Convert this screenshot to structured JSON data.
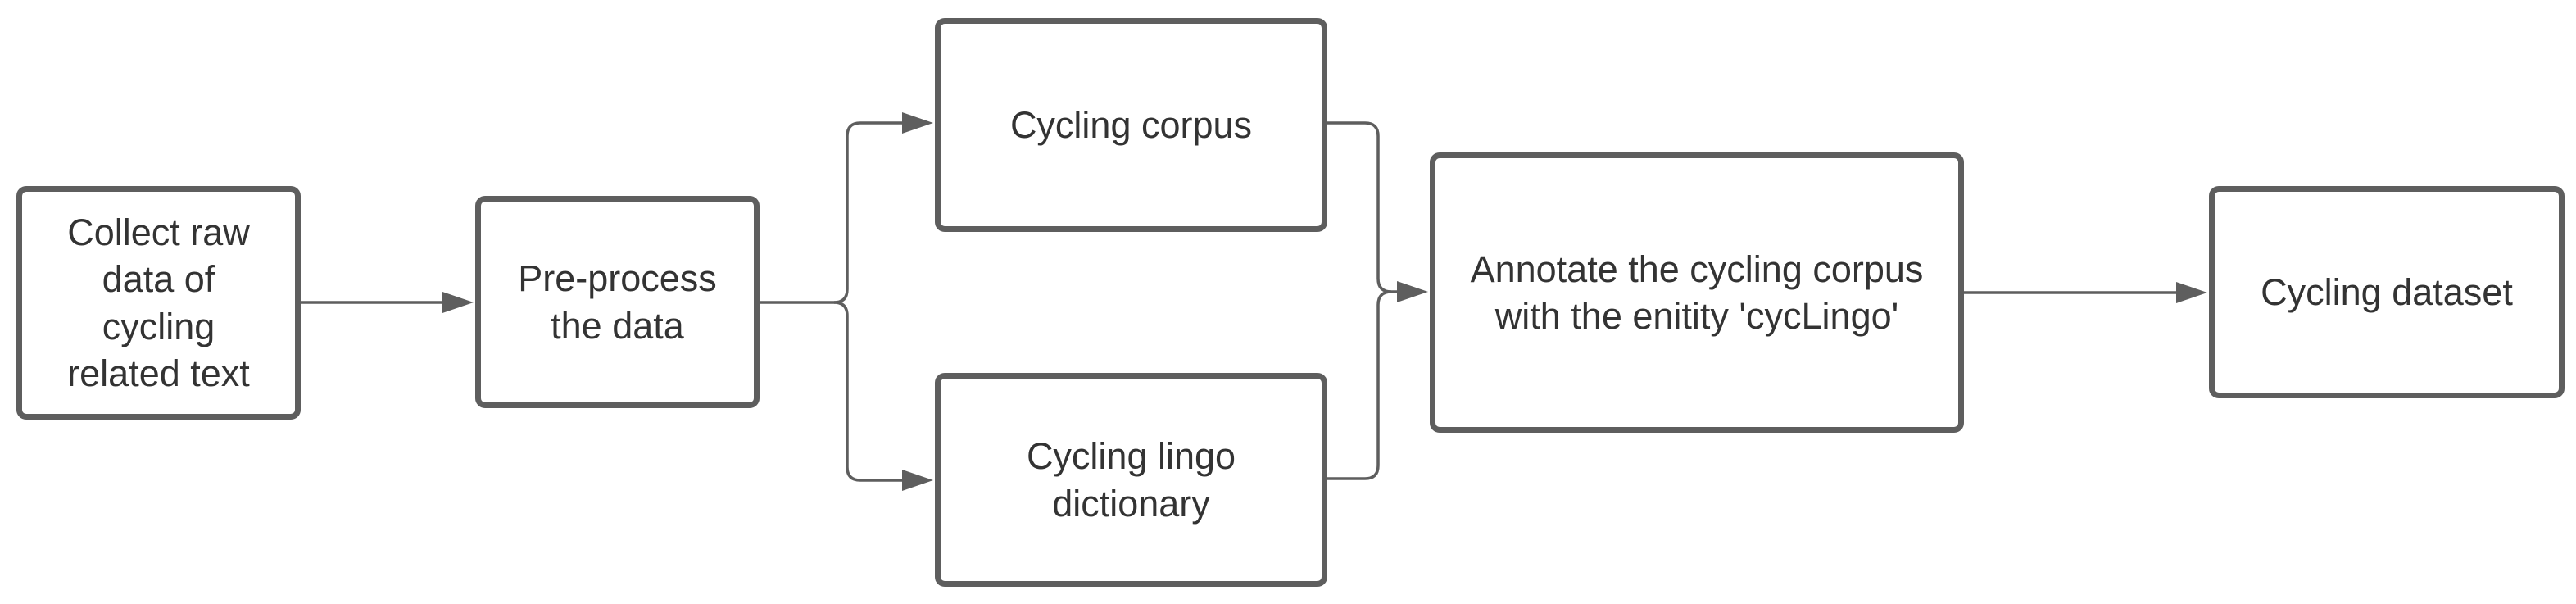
{
  "diagram": {
    "nodes": [
      {
        "id": "collect",
        "lines": [
          "Collect raw",
          "data of",
          "cycling",
          "related text"
        ]
      },
      {
        "id": "preproc",
        "lines": [
          "Pre-process",
          "the data"
        ]
      },
      {
        "id": "corpus",
        "lines": [
          "Cycling corpus"
        ]
      },
      {
        "id": "lingo",
        "lines": [
          "Cycling lingo",
          "dictionary"
        ]
      },
      {
        "id": "annotate",
        "lines": [
          "Annotate the cycling corpus",
          "with the enitity 'cycLingo'"
        ]
      },
      {
        "id": "dataset",
        "lines": [
          "Cycling dataset"
        ]
      }
    ],
    "edges": [
      {
        "from": "collect",
        "to": "preproc"
      },
      {
        "from": "preproc",
        "to": "corpus"
      },
      {
        "from": "preproc",
        "to": "lingo"
      },
      {
        "from": "corpus",
        "to": "annotate"
      },
      {
        "from": "lingo",
        "to": "annotate"
      },
      {
        "from": "annotate",
        "to": "dataset"
      }
    ],
    "colors": {
      "stroke": "#5e5e5e",
      "text": "#333333",
      "background": "#ffffff"
    }
  }
}
